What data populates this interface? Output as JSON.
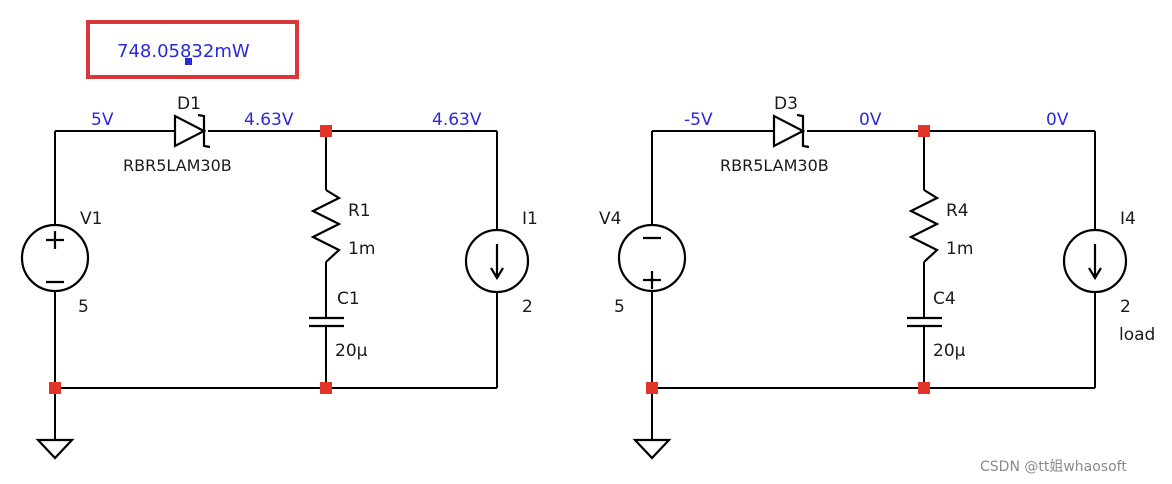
{
  "probe": {
    "reading": "748.05832mW"
  },
  "left_circuit": {
    "nodes": {
      "source_top": "5V",
      "diode_out": "4.63V",
      "load_top": "4.63V"
    },
    "diode": {
      "ref": "D1",
      "part": "RBR5LAM30B"
    },
    "source": {
      "ref": "V1",
      "value": "5"
    },
    "resistor": {
      "ref": "R1",
      "value": "1m"
    },
    "capacitor": {
      "ref": "C1",
      "value": "20µ"
    },
    "current_source": {
      "ref": "I1",
      "value": "2"
    }
  },
  "right_circuit": {
    "nodes": {
      "source_top": "-5V",
      "diode_out": "0V",
      "load_top": "0V"
    },
    "diode": {
      "ref": "D3",
      "part": "RBR5LAM30B"
    },
    "source": {
      "ref": "V4",
      "value": "5"
    },
    "resistor": {
      "ref": "R4",
      "value": "1m"
    },
    "capacitor": {
      "ref": "C4",
      "value": "20µ"
    },
    "current_source": {
      "ref": "I4",
      "value": "2",
      "note": "load"
    }
  },
  "watermark": "CSDN @tt姐whaosoft",
  "colors": {
    "wire": "#000000",
    "node": "#e03528",
    "voltage_label": "#2a2ad6",
    "probe_box": "#d9373a"
  }
}
